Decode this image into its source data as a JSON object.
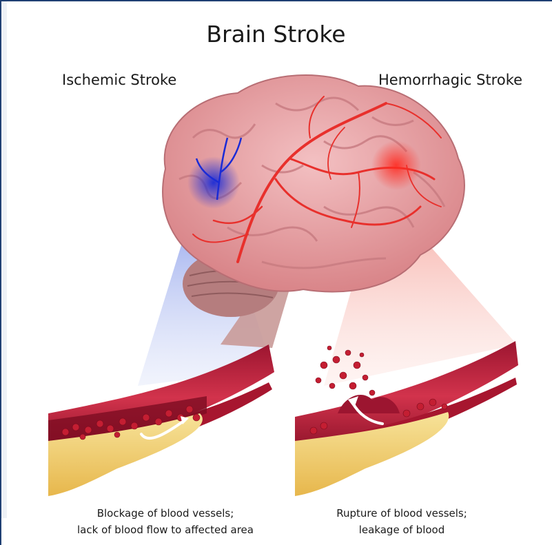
{
  "title": "Brain Stroke",
  "left": {
    "heading": "Ischemic Stroke",
    "caption_line1": "Blockage of blood vessels;",
    "caption_line2": "lack of blood flow to affected area"
  },
  "right": {
    "heading": "Hemorrhagic Stroke",
    "caption_line1": "Rupture of blood vessels;",
    "caption_line2": "leakage of blood"
  },
  "colors": {
    "border": "#1f3f73",
    "brain": "#e9a3a6",
    "artery": "#e8302c",
    "blockage": "#1a2bd6",
    "vessel_wall": "#b81f3a",
    "plaque": "#f0d27a"
  }
}
